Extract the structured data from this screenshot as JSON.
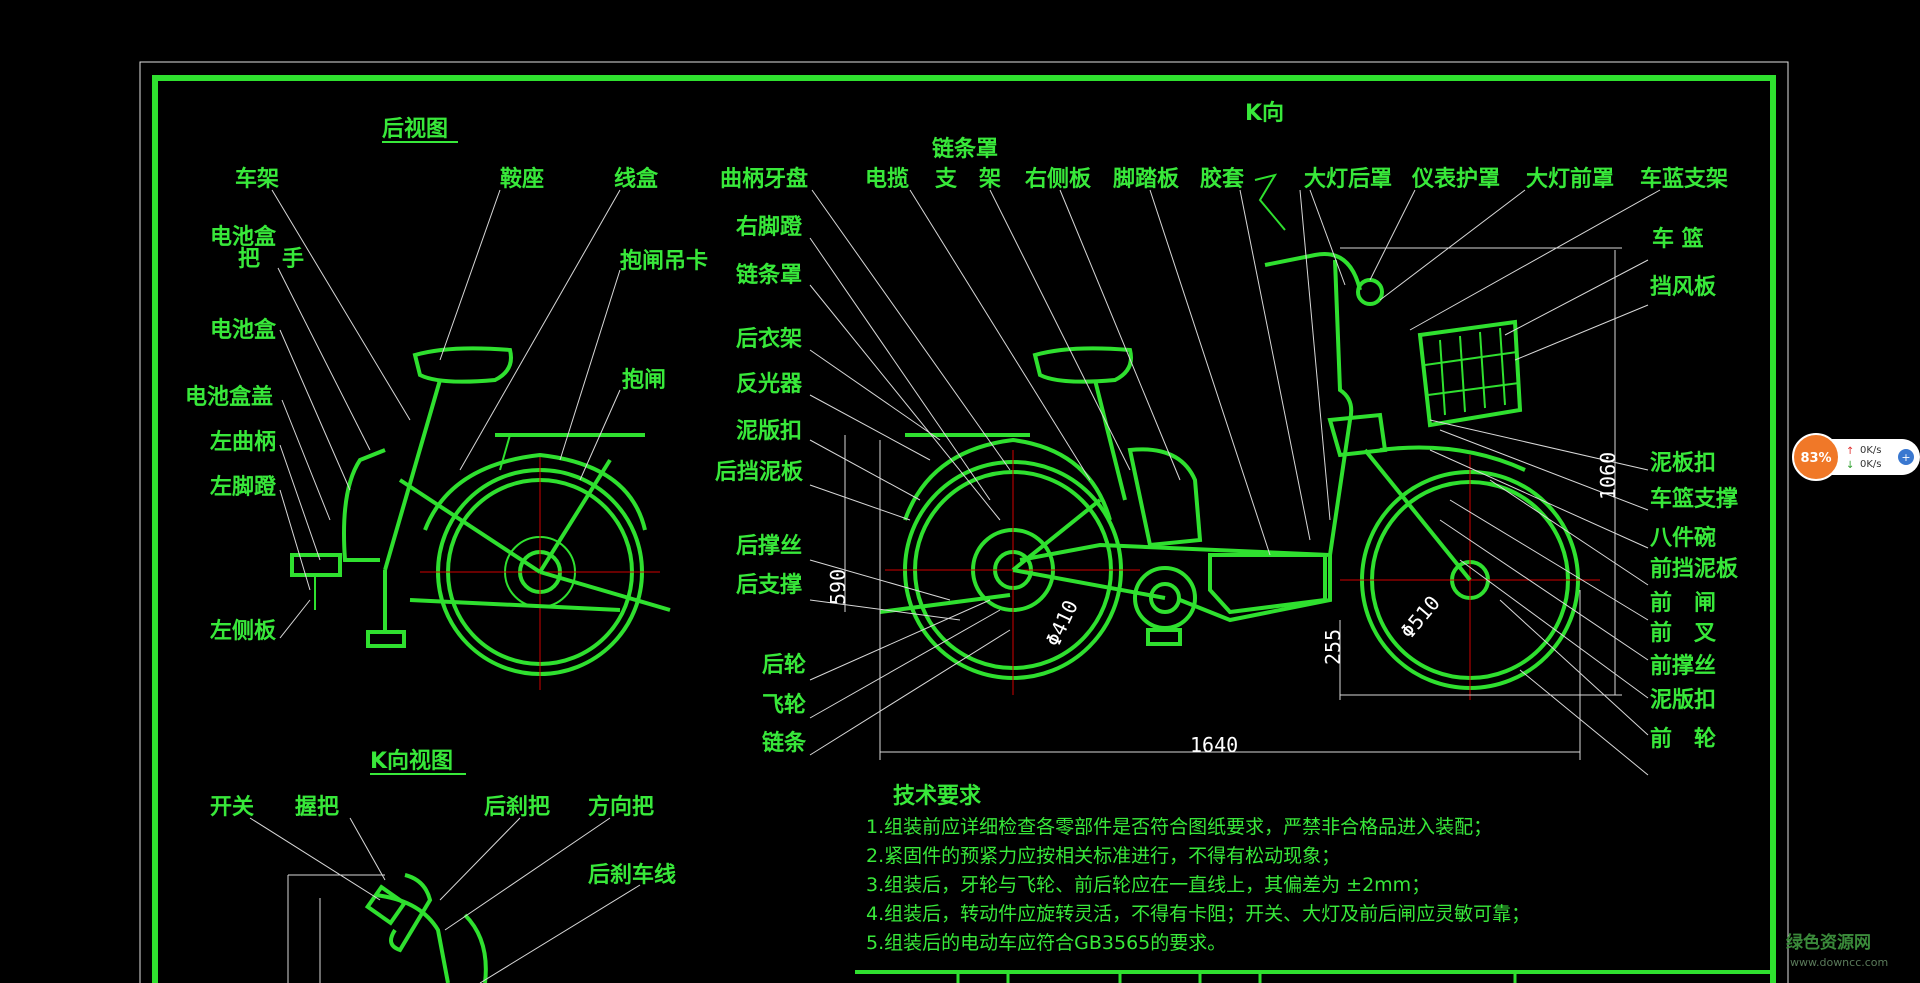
{
  "titles": {
    "rear_view": "后视图",
    "k_direction": "K向",
    "k_view": "K向视图",
    "tech_title": "技术要求"
  },
  "labels": {
    "frame": "车架",
    "saddle": "鞍座",
    "wire_box": "线盒",
    "battery_handle_1": "电池盒",
    "battery_handle_2": "把　手",
    "brake_clip": "抱闸吊卡",
    "battery_box": "电池盒",
    "brake": "抱闸",
    "battery_cover": "电池盒盖",
    "left_crank": "左曲柄",
    "left_pedal": "左脚蹬",
    "left_panel": "左侧板",
    "crank_gear": "曲柄牙盘",
    "cable": "电揽",
    "chain_guard_1": "链条罩",
    "chain_guard_2": "支　架",
    "right_panel": "右侧板",
    "footboard": "脚踏板",
    "rubber_sleeve": "胶套",
    "headlight_rear": "大灯后罩",
    "meter_guard": "仪表护罩",
    "headlight_front": "大灯前罩",
    "basket_bracket": "车蓝支架",
    "right_pedal": "右脚蹬",
    "chain_guard": "链条罩",
    "basket": "车 篮",
    "windshield": "挡风板",
    "rear_rack": "后衣架",
    "reflector": "反光器",
    "fender_clip_r": "泥版扣",
    "rear_fender": "后挡泥板",
    "rear_spoke": "后撑丝",
    "rear_stand": "后支撑",
    "rear_wheel": "后轮",
    "flywheel": "飞轮",
    "chain": "链条",
    "fender_clip_f": "泥板扣",
    "basket_support": "车篮支撑",
    "bowl_set": "八件碗",
    "front_fender": "前挡泥板",
    "front_brake": "前　闸",
    "front_fork": "前　叉",
    "front_spoke": "前撑丝",
    "fender_clip_f2": "泥版扣",
    "front_wheel": "前　轮",
    "switch": "开关",
    "grip": "握把",
    "rear_brake_lever": "后刹把",
    "handlebar": "方向把",
    "rear_brake_cable": "后刹车线"
  },
  "dimensions": {
    "length": "1640",
    "height": "1060",
    "rear_h": "590",
    "front_h": "255",
    "rear_d": "Φ410",
    "front_d": "Φ510"
  },
  "requirements": [
    "1.组装前应详细检查各零部件是否符合图纸要求，严禁非合格品进入装配；",
    "2.紧固件的预紧力应按相关标准进行，不得有松动现象；",
    "3.组装后，牙轮与飞轮、前后轮应在一直线上，其偏差为 ±2mm；",
    "4.组装后，转动件应旋转灵活，不得有卡阻；开关、大灯及前后闸应灵敏可靠；",
    "5.组装后的电动车应符合GB3565的要求。"
  ],
  "widget": {
    "percent": "83%",
    "up_speed": "0K/s",
    "down_speed": "0K/s"
  },
  "watermark": {
    "name": "绿色资源网",
    "url": "www.downcc.com"
  },
  "colors": {
    "background": "#000000",
    "drawing": "#2fe02f",
    "leader": "#d8d8d8",
    "center_line": "#d00000",
    "widget_orange": "#f07828"
  }
}
